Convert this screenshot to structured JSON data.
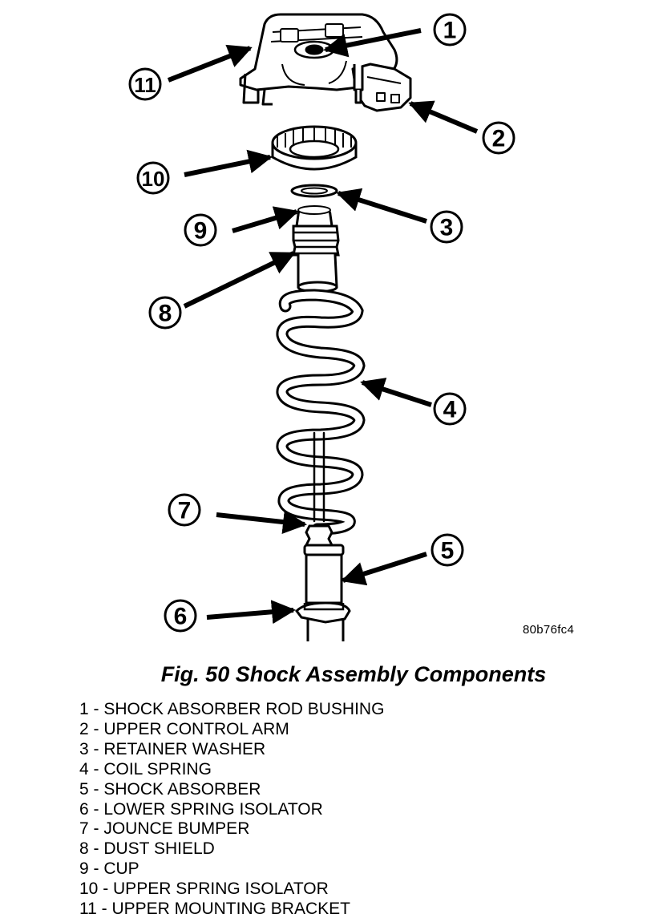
{
  "figure": {
    "code": "80b76fc4",
    "title": "Fig. 50 Shock Assembly Components"
  },
  "callouts": [
    "1",
    "2",
    "3",
    "4",
    "5",
    "6",
    "7",
    "8",
    "9",
    "10",
    "11"
  ],
  "legend": [
    "1 - SHOCK ABSORBER ROD BUSHING",
    "2 - UPPER CONTROL ARM",
    "3 - RETAINER WASHER",
    "4 - COIL SPRING",
    "5 - SHOCK ABSORBER",
    "6 - LOWER SPRING ISOLATOR",
    "7 - JOUNCE BUMPER",
    "8 - DUST SHIELD",
    "9 - CUP",
    "10 - UPPER SPRING ISOLATOR",
    "11 - UPPER MOUNTING BRACKET"
  ]
}
